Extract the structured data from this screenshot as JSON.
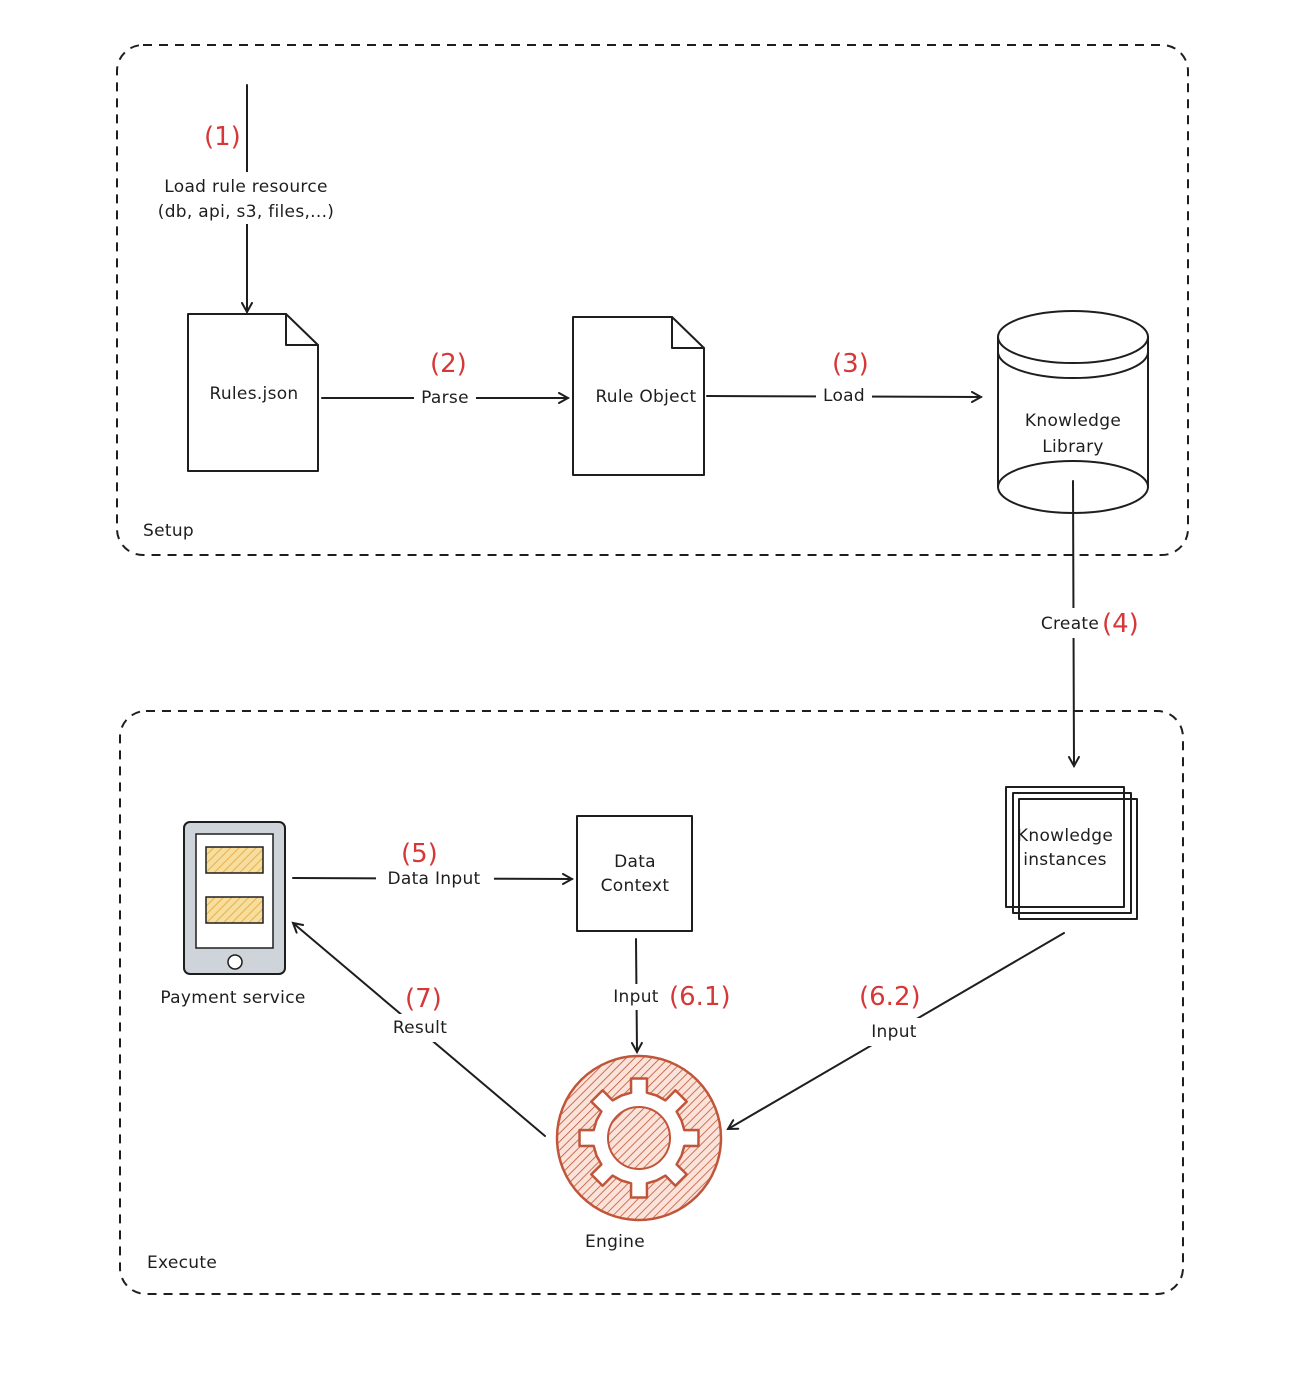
{
  "groups": {
    "setup": "Setup",
    "execute": "Execute"
  },
  "steps": {
    "s1": "(1)",
    "s2": "(2)",
    "s3": "(3)",
    "s4": "(4)",
    "s5": "(5)",
    "s61": "(6.1)",
    "s62": "(6.2)",
    "s7": "(7)"
  },
  "edges": {
    "load_resource_line1": "Load rule resource",
    "load_resource_line2": "(db, api, s3, files,...)",
    "parse": "Parse",
    "load": "Load",
    "create": "Create",
    "data_input": "Data Input",
    "input_a": "Input",
    "input_b": "Input",
    "result": "Result"
  },
  "nodes": {
    "rules_json": "Rules.json",
    "rule_object": "Rule Object",
    "knowledge_library_line1": "Knowledge",
    "knowledge_library_line2": "Library",
    "knowledge_instances_line1": "Knowledge",
    "knowledge_instances_line2": "instances",
    "data_context_line1": "Data",
    "data_context_line2": "Context",
    "payment_service": "Payment service",
    "engine": "Engine"
  },
  "colors": {
    "step_label": "#d63838",
    "engine": "#c0553a",
    "phone_body": "#ced4da",
    "phone_slot": "#f2c46a"
  }
}
